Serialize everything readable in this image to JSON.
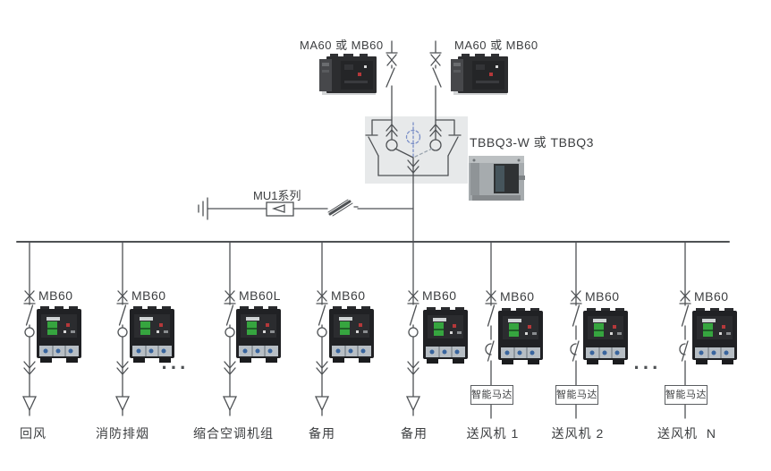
{
  "diagram": {
    "colors": {
      "line": "#4e5154",
      "text": "#3c3e40",
      "ats_box_bg": "#e7e9ea",
      "ats_open_pole": "#9aa4ae",
      "ats_dashed_blue": "#7b8fc7",
      "breaker_green": "#36a53f",
      "terminal_blue": "#39659e"
    },
    "incomers": [
      {
        "label": "MA60 或 MB60"
      },
      {
        "label": "MA60 或 MB60"
      }
    ],
    "transfer_switch": {
      "label": "TBBQ3-W 或 TBBQ3"
    },
    "meter_branch": {
      "label": "MU1系列"
    },
    "ellipsis": "···",
    "branches": [
      {
        "breaker": "MB60",
        "load": "回风"
      },
      {
        "breaker": "MB60",
        "load": "消防排烟"
      },
      {
        "breaker": "MB60L",
        "load": "缩合空调机组"
      },
      {
        "breaker": "MB60",
        "load": "备用"
      },
      {
        "breaker": "MB60",
        "load": "备用"
      },
      {
        "breaker": "MB60",
        "load": "送风机 1",
        "box": "智能马达"
      },
      {
        "breaker": "MB60",
        "load": "送风机 2",
        "box": "智能马达"
      },
      {
        "breaker": "MB60",
        "load": "送风机  N",
        "box": "智能马达"
      }
    ]
  }
}
